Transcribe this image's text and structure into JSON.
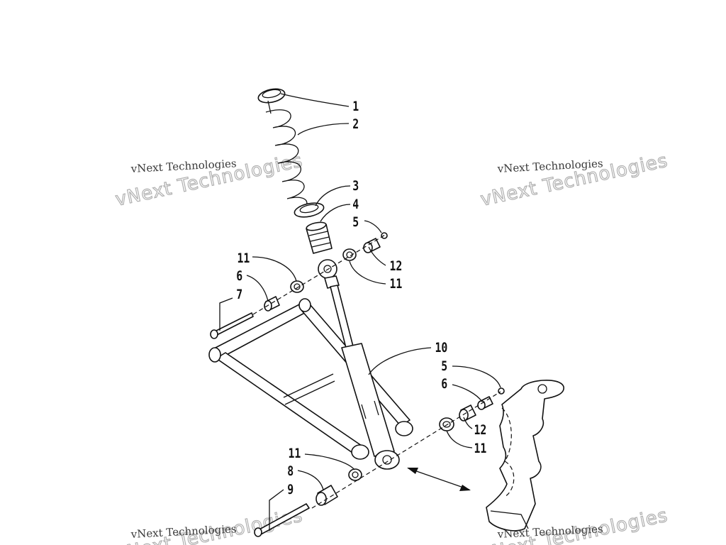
{
  "callouts": {
    "c1": "1",
    "c2": "2",
    "c3": "3",
    "c4": "4",
    "c5a": "5",
    "c12a": "12",
    "c11a": "11",
    "c11b": "11",
    "c6a": "6",
    "c7": "7",
    "c10": "10",
    "c5b": "5",
    "c6b": "6",
    "c12b": "12",
    "c11c": "11",
    "c11d": "11",
    "c8": "8",
    "c9": "9"
  },
  "watermark": {
    "small": "vNext Technologies",
    "big": "vNext Technologies"
  }
}
